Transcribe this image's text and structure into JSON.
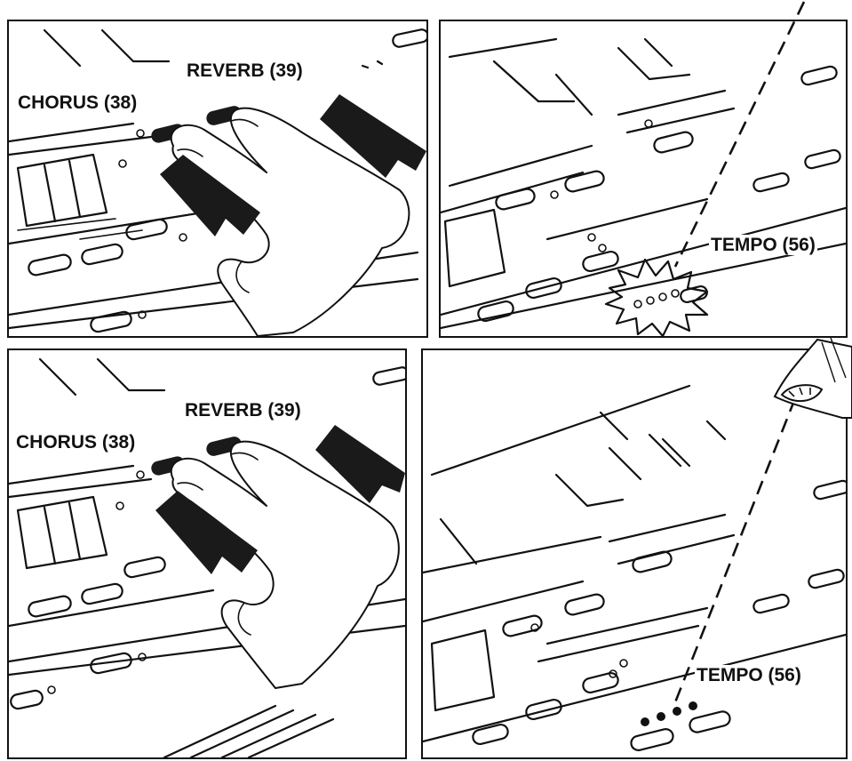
{
  "panels": [
    {
      "labels": {
        "chorus": "CHORUS (38)",
        "reverb": "REVERB (39)"
      }
    },
    {
      "labels": {
        "tempo": "TEMPO (56)"
      }
    },
    {
      "labels": {
        "chorus": "CHORUS (38)",
        "reverb": "REVERB (39)"
      }
    },
    {
      "labels": {
        "tempo": "TEMPO (56)"
      }
    }
  ],
  "icons": {
    "arrow": "bold-black-arrow",
    "hand": "hand-pressing-icon",
    "eye": "eye-icon",
    "tempo_leds": "tempo-led-icon"
  },
  "colors": {
    "ink": "#111111",
    "paper": "#ffffff"
  }
}
